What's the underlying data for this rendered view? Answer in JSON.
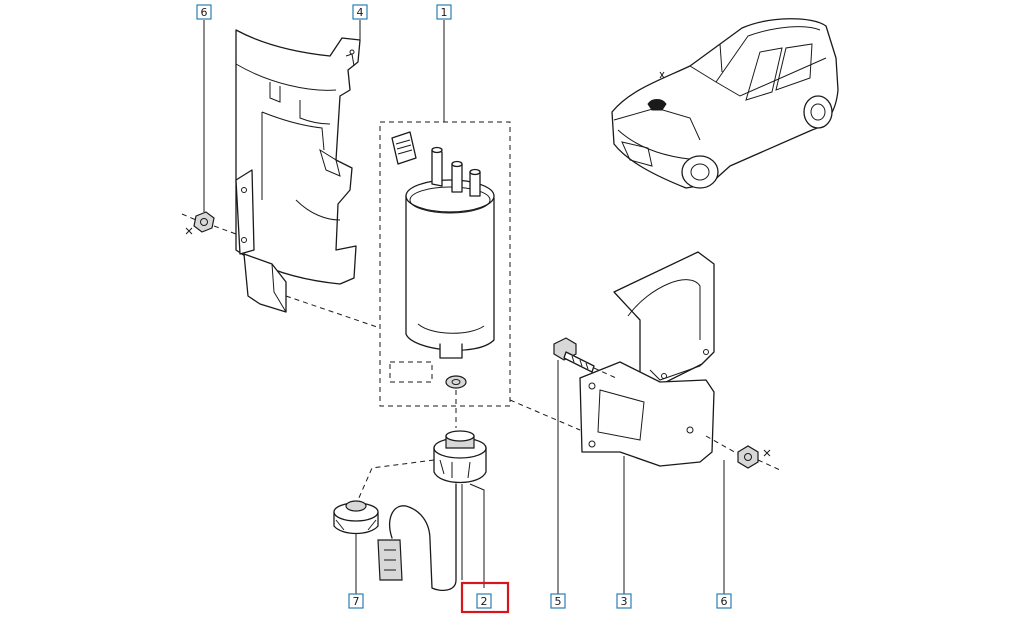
{
  "diagram": {
    "labels": [
      {
        "id": "callout-6-top",
        "text": "6"
      },
      {
        "id": "callout-4",
        "text": "4"
      },
      {
        "id": "callout-1",
        "text": "1"
      },
      {
        "id": "callout-7",
        "text": "7"
      },
      {
        "id": "callout-2",
        "text": "2"
      },
      {
        "id": "callout-5",
        "text": "5"
      },
      {
        "id": "callout-3",
        "text": "3"
      },
      {
        "id": "callout-6-bottom",
        "text": "6"
      }
    ],
    "highlighted": "2",
    "colors": {
      "label_border": "#2a7fb0",
      "highlight": "#d8151c",
      "line": "#1a1a1a"
    }
  }
}
